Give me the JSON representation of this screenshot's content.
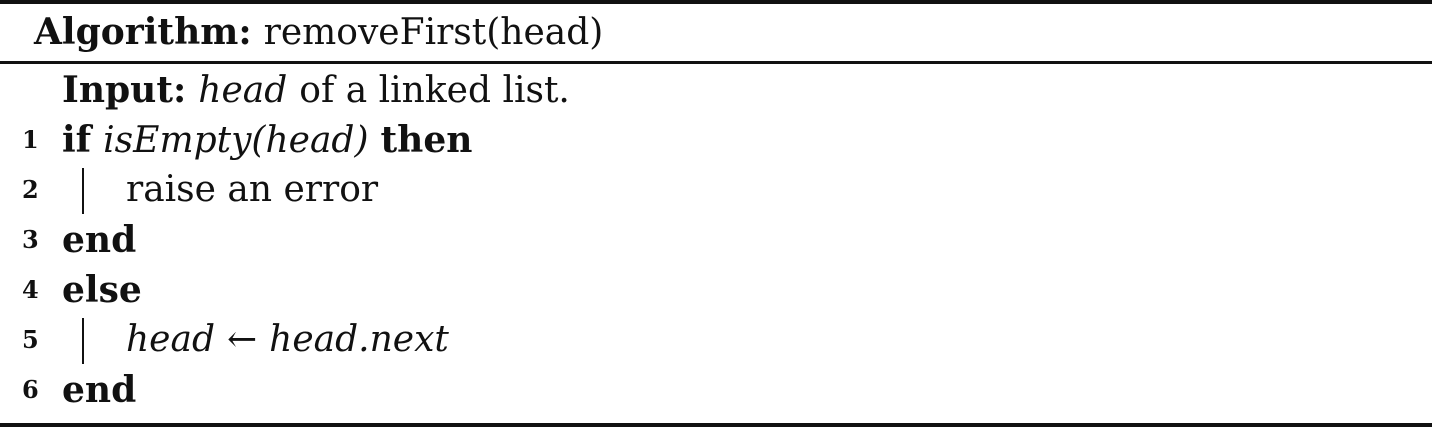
{
  "header": {
    "label": "Algorithm:",
    "name": "removeFirst(head)"
  },
  "input": {
    "label": "Input:",
    "var": "head",
    "text": "of a linked list."
  },
  "lines": [
    {
      "num": "1",
      "kw_if": "if",
      "cond": "isEmpty(head)",
      "kw_then": "then"
    },
    {
      "num": "2",
      "text": "raise an error"
    },
    {
      "num": "3",
      "kw": "end"
    },
    {
      "num": "4",
      "kw": "else"
    },
    {
      "num": "5",
      "lhs": "head",
      "arrow": "←",
      "rhs": "head.next"
    },
    {
      "num": "6",
      "kw": "end"
    }
  ]
}
